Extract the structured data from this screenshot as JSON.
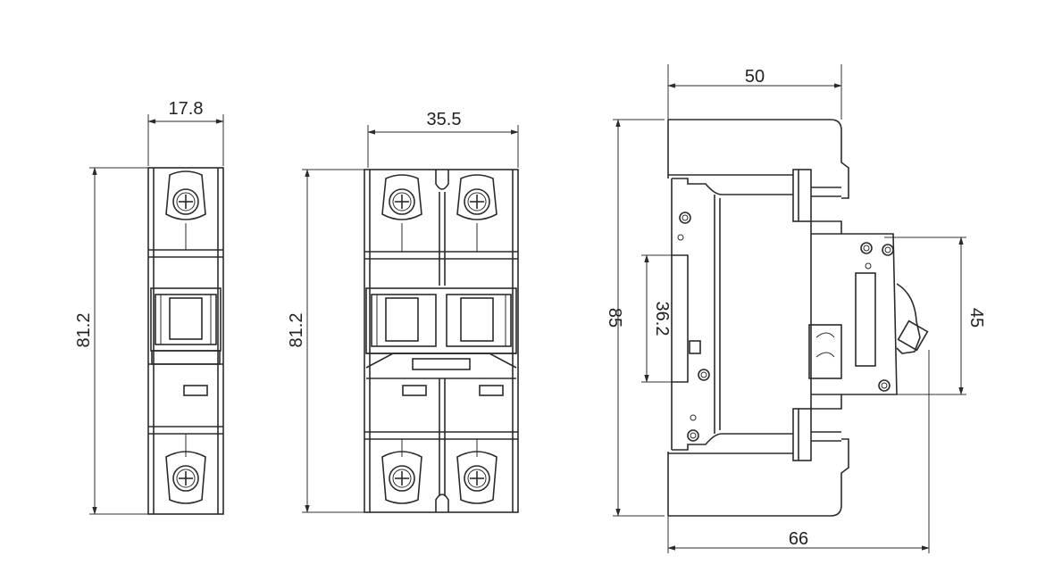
{
  "dimensions": {
    "single_pole_width": "17.8",
    "double_pole_width": "35.5",
    "single_pole_height": "81.2",
    "double_pole_height": "81.2",
    "side_top_width": "50",
    "side_height": "85",
    "side_din_height": "36.2",
    "side_terminal_height": "45",
    "side_depth": "66"
  }
}
